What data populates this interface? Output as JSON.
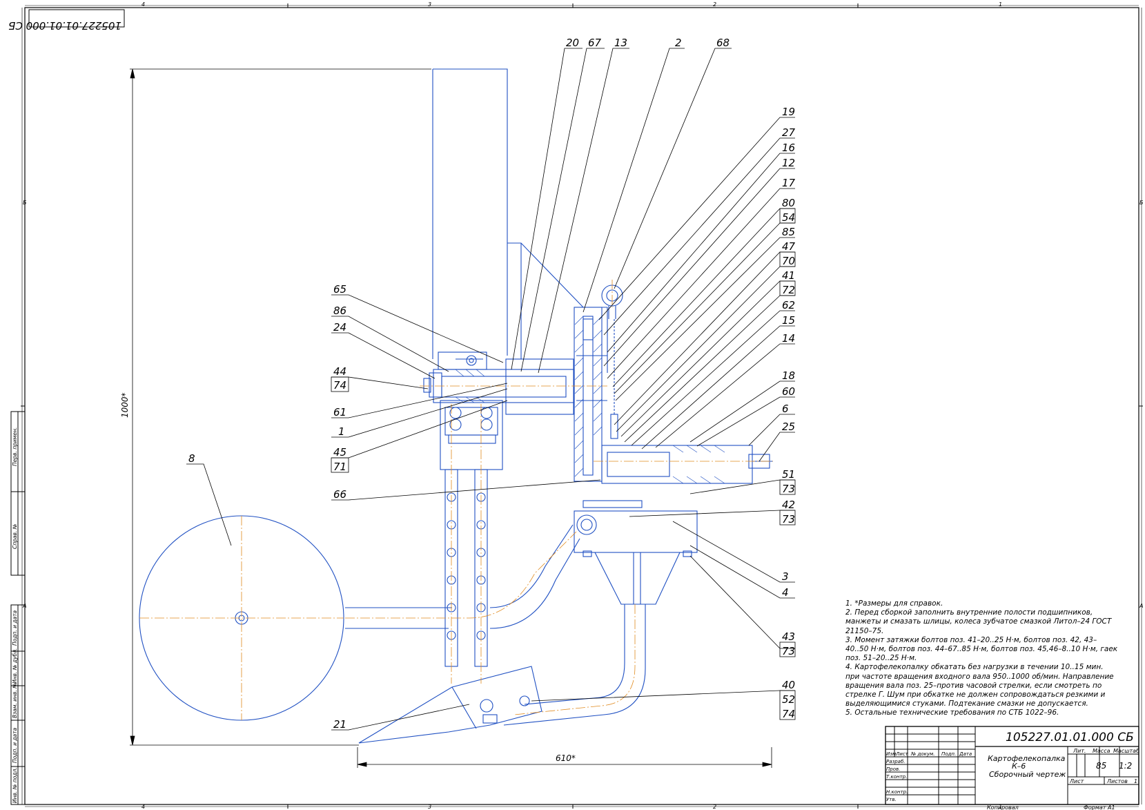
{
  "drawing": {
    "designation": "105227.01.01.000 СБ",
    "designation_stamp_top": "105227.01.01.000 СБ",
    "zones_top": [
      "4",
      "3",
      "2",
      "1"
    ],
    "zones_bottom": [
      "4",
      "3",
      "2",
      "1"
    ],
    "zones_side": [
      "Б",
      "А"
    ],
    "dim_height": "1000*",
    "dim_width": "610*"
  },
  "callouts_top": [
    "20",
    "67",
    "13",
    "2",
    "68"
  ],
  "callouts_right": [
    "19",
    "27",
    "16",
    "12",
    "17",
    "80",
    "54",
    "85",
    "47",
    "70",
    "41",
    "72",
    "62",
    "15",
    "14",
    "18",
    "60",
    "6",
    "25",
    "51",
    "73",
    "42",
    "73",
    "3",
    "4",
    "43",
    "73",
    "40",
    "52",
    "74"
  ],
  "callouts_left": [
    "65",
    "86",
    "24",
    "44",
    "74",
    "61",
    "1",
    "45",
    "71",
    "66",
    "8",
    "21"
  ],
  "notes": [
    "1. *Размеры для справок.",
    "2. Перед сборкой заполнить внутренние полости подшипников, манжеты и смазать шлицы, колеса зубчатое смазкой Литол–24 ГОСТ 21150–75.",
    "3. Момент затяжки болтов поз. 41–20..25 Н·м, болтов поз. 42, 43–40..50 Н·м, болтов поз. 44–67..85 Н·м, болтов поз. 45,46–8..10 Н·м, гаек поз. 51–20..25 Н·м.",
    "4. Картофелекопалку обкатать без нагрузки в течении 10..15 мин. при частоте вращения входного вала 950..1000 об/мин. Направление вращения вала поз. 25–против часовой стрелки, если смотреть по стрелке Г. Шум при обкатке не должен сопровождаться резкими и выделяющимися стуками. Подтекание смазки не допускается.",
    "5. Остальные технические требования по СТБ 1022–96."
  ],
  "title_block": {
    "designation": "105227.01.01.000 СБ",
    "name_line1": "Картофелекопалка",
    "name_line2": "К–6",
    "name_line3": "Сборочный чертеж",
    "col_headers": [
      "Изм",
      "Лист",
      "№ докум.",
      "Подп.",
      "Дата"
    ],
    "roles": [
      "Разраб.",
      "Пров.",
      "Т.контр.",
      "",
      "Н.контр.",
      "Утв."
    ],
    "lit_label": "Лит.",
    "mass_label": "Масса",
    "scale_label": "Масштаб",
    "mass_value": "85",
    "scale_value": "1:2",
    "sheet_label": "Лист",
    "sheets_label": "Листов",
    "sheets_value": "1",
    "copied_label": "Копировал",
    "format_label": "Формат",
    "format_value": "А1"
  },
  "side_strip": [
    "Перв. примен.",
    "Справ. №",
    "Подп. и дата",
    "Инв. № дубл.",
    "Взам. инв. №",
    "Подп. и дата",
    "Инв. № подл."
  ],
  "colors": {
    "outline": "#000000",
    "part": "#1e4fc2",
    "axis": "#e08a1e"
  }
}
